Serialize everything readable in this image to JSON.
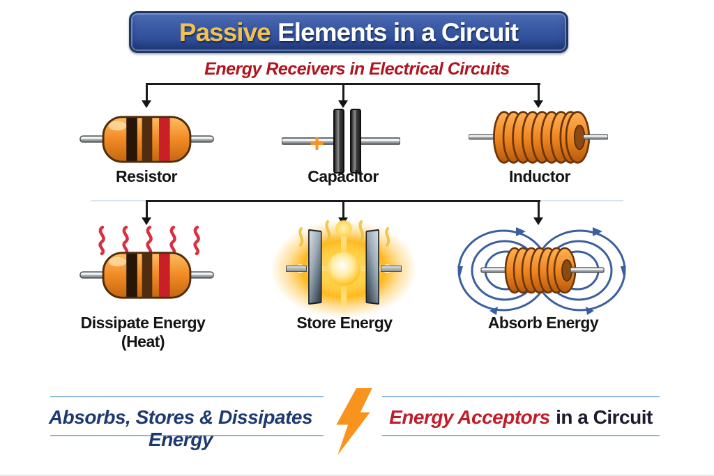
{
  "banner": {
    "highlight": "Passive",
    "rest": "Elements in a Circuit"
  },
  "subtitle": "Energy Receivers in Electrical Circuits",
  "columns": [
    {
      "component": "Resistor",
      "behavior_lines": [
        "Dissipate Energy",
        "(Heat)"
      ]
    },
    {
      "component": "Capacitor",
      "behavior_lines": [
        "Store Energy"
      ],
      "polarity_mark": "+"
    },
    {
      "component": "Inductor",
      "behavior_lines": [
        "Absorb Energy"
      ]
    }
  ],
  "footer": {
    "left_caption": "Absorbs, Stores & Dissipates Energy",
    "right_caption_highlight": "Energy Acceptors",
    "right_caption_rest": "in a Circuit"
  },
  "icons": {
    "lightning_bolt": "orange lightning bolt divider",
    "heat_waves": "five red wavy heat lines above resistor",
    "energy_glow": "yellow energy glow between capacitor plates",
    "magnetic_field_lines": "blue looped magnetic field lines around inductor"
  },
  "colors": {
    "banner_fill": "#33519C",
    "banner_border": "#1F3763",
    "banner_highlight_text": "#F0C053",
    "banner_text": "#FFFFFF",
    "subtitle_red": "#B0141F",
    "connector_black": "#1A1A1A",
    "label_black": "#141414",
    "component_orange": "#F08A24",
    "footer_navy": "#1D3A6E",
    "footer_red": "#C01D28",
    "footer_line_blue": "#8FB6DA",
    "bolt_orange": "#F8941E",
    "heat_red": "#D63041",
    "field_blue": "#3B5F9E"
  }
}
